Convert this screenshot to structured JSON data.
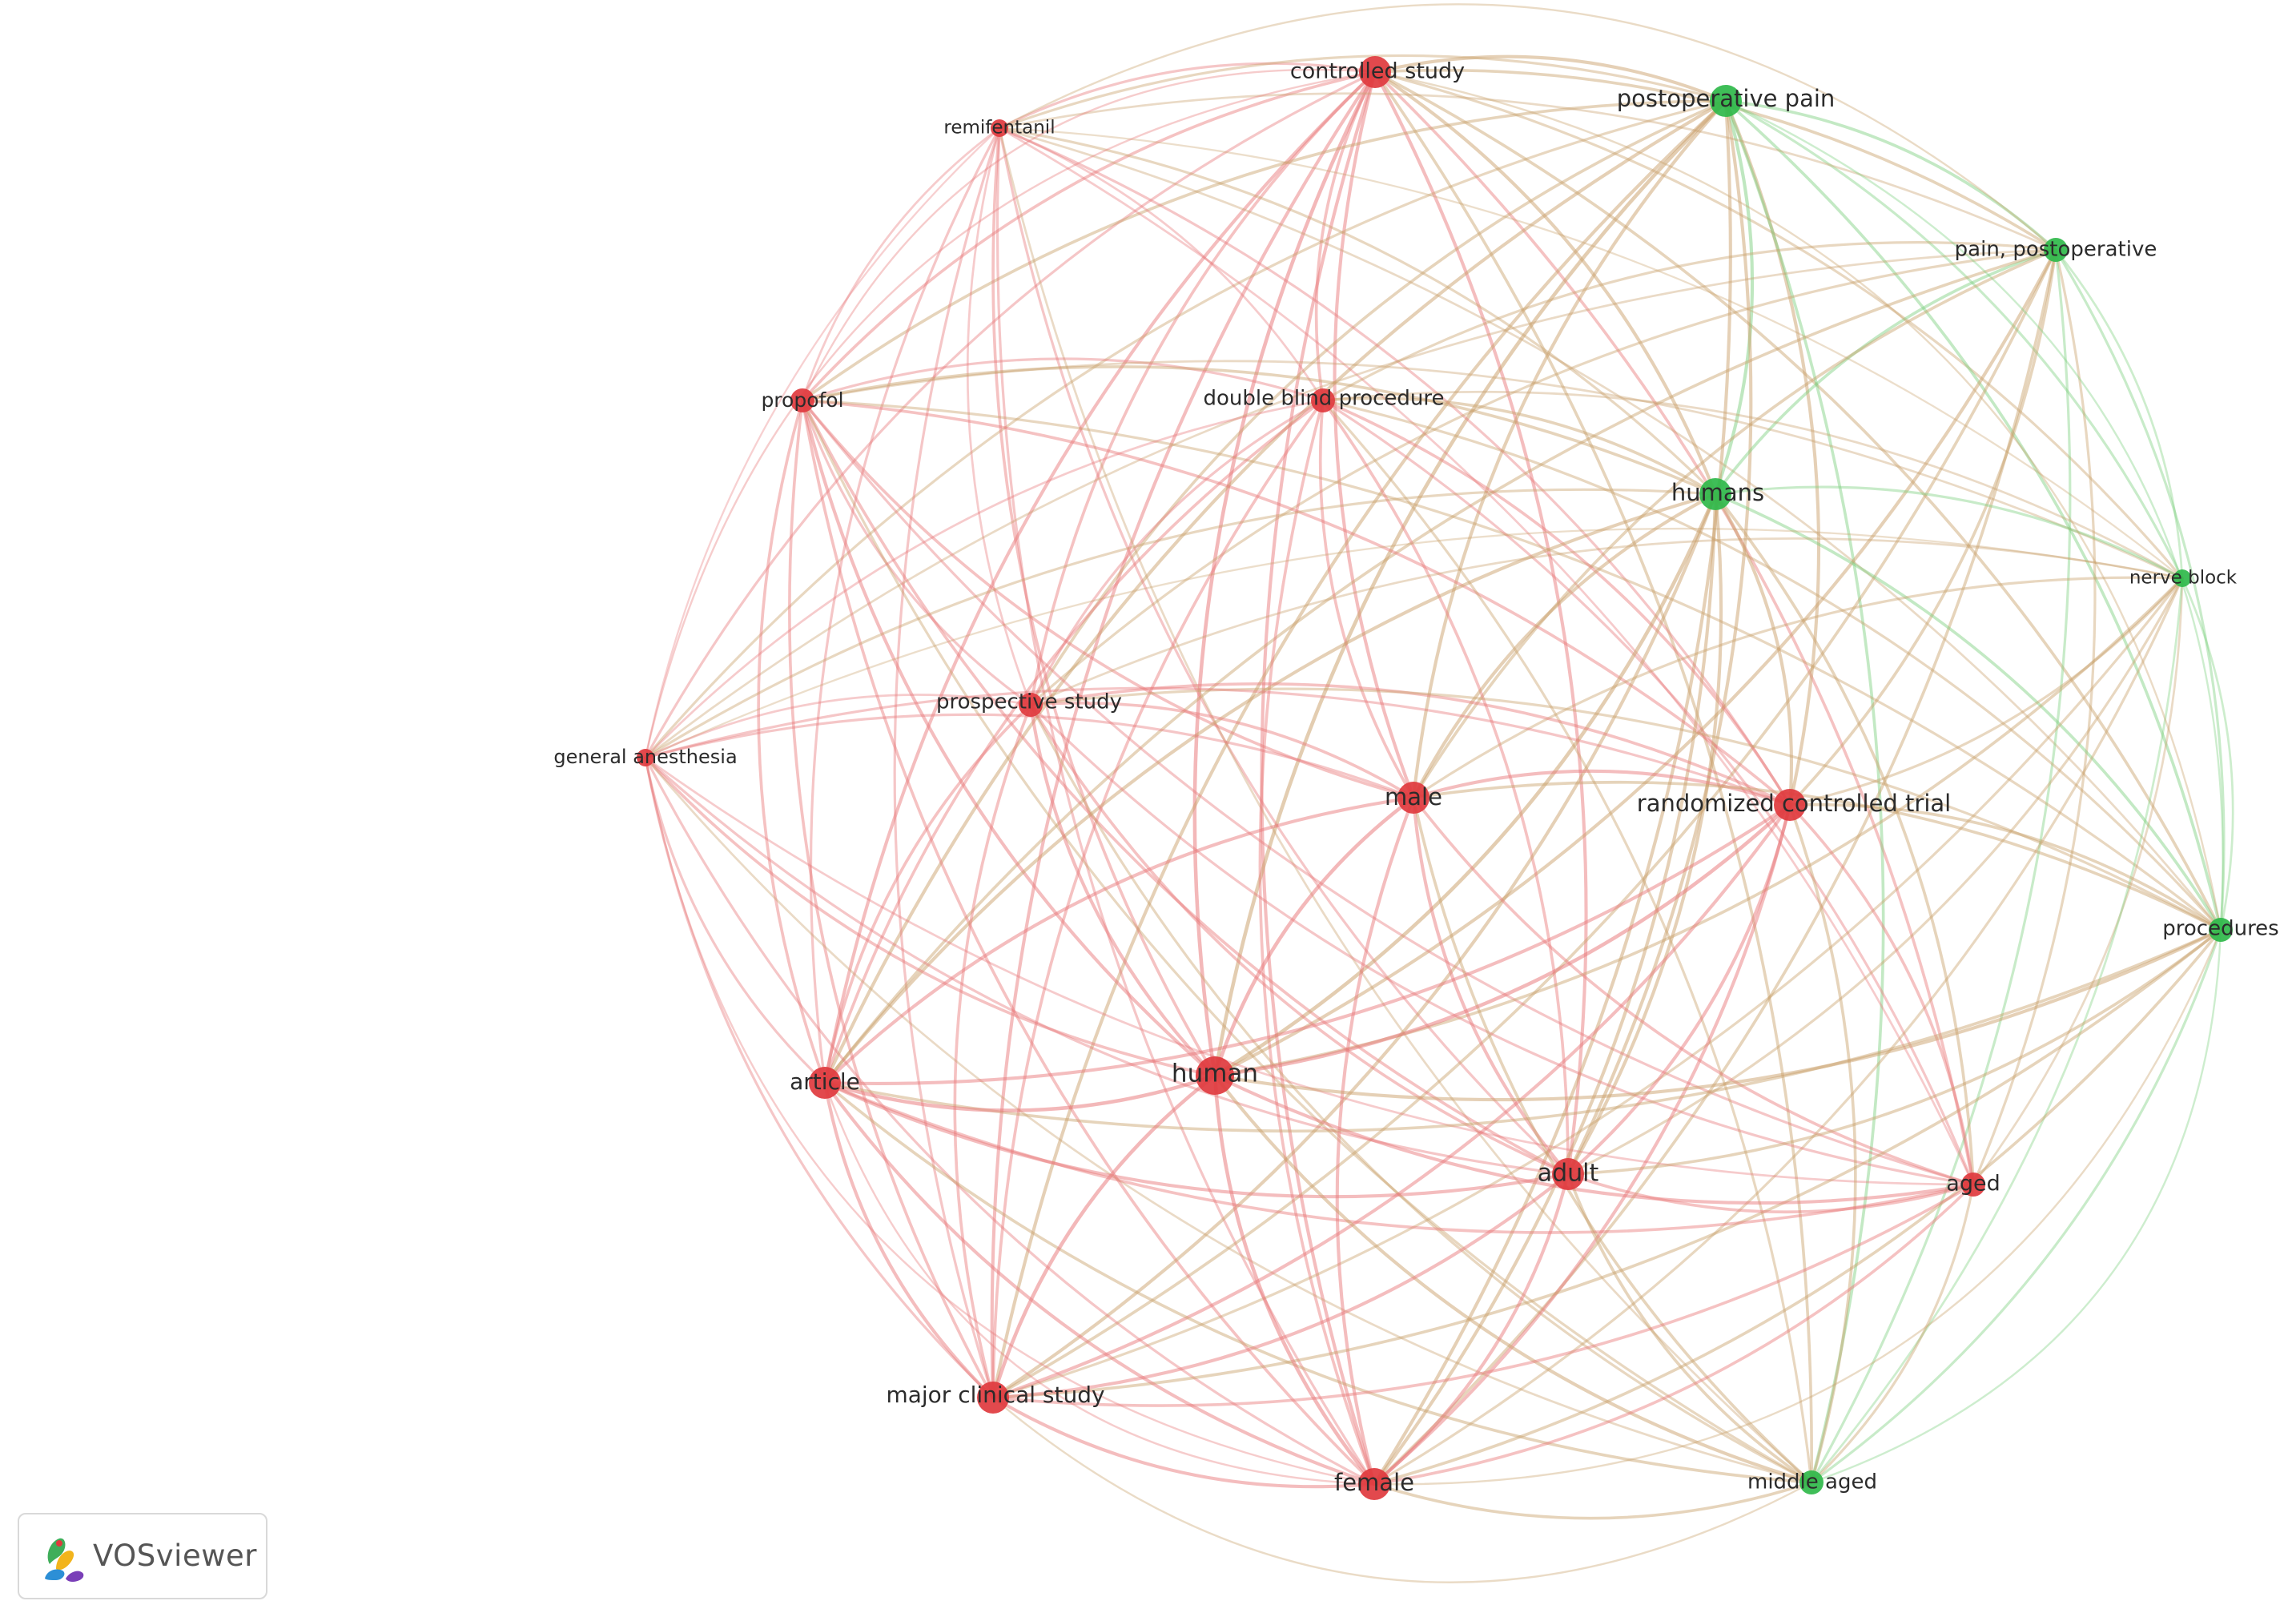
{
  "app": {
    "logo_text": "VOSviewer"
  },
  "colors": {
    "cluster_red": "#e0393e",
    "cluster_green": "#2fb84a",
    "edge_red": "#e8787a",
    "edge_green": "#7ccf7e",
    "edge_mixed": "#c9a06a"
  },
  "nodes": [
    {
      "id": "controlled_study",
      "label": "controlled study",
      "cluster": "red",
      "weight": 3
    },
    {
      "id": "postoperative_pain",
      "label": "postoperative pain",
      "cluster": "green",
      "weight": 3
    },
    {
      "id": "remifentanil",
      "label": "remifentanil",
      "cluster": "red",
      "weight": 1
    },
    {
      "id": "pain_postoperative",
      "label": "pain, postoperative",
      "cluster": "green",
      "weight": 2
    },
    {
      "id": "propofol",
      "label": "propofol",
      "cluster": "red",
      "weight": 2
    },
    {
      "id": "double_blind_procedure",
      "label": "double blind procedure",
      "cluster": "red",
      "weight": 2
    },
    {
      "id": "humans",
      "label": "humans",
      "cluster": "green",
      "weight": 3
    },
    {
      "id": "nerve_block",
      "label": "nerve block",
      "cluster": "green",
      "weight": 1
    },
    {
      "id": "prospective_study",
      "label": "prospective study",
      "cluster": "red",
      "weight": 2
    },
    {
      "id": "general_anesthesia",
      "label": "general anesthesia",
      "cluster": "red",
      "weight": 1
    },
    {
      "id": "male",
      "label": "male",
      "cluster": "red",
      "weight": 3
    },
    {
      "id": "randomized_controlled_trial",
      "label": "randomized controlled trial",
      "cluster": "red",
      "weight": 3
    },
    {
      "id": "procedures",
      "label": "procedures",
      "cluster": "green",
      "weight": 2
    },
    {
      "id": "article",
      "label": "article",
      "cluster": "red",
      "weight": 3
    },
    {
      "id": "human",
      "label": "human",
      "cluster": "red",
      "weight": 4
    },
    {
      "id": "adult",
      "label": "adult",
      "cluster": "red",
      "weight": 3
    },
    {
      "id": "aged",
      "label": "aged",
      "cluster": "red",
      "weight": 2
    },
    {
      "id": "major_clinical_study",
      "label": "major clinical study",
      "cluster": "red",
      "weight": 3
    },
    {
      "id": "female",
      "label": "female",
      "cluster": "red",
      "weight": 3
    },
    {
      "id": "middle_aged",
      "label": "middle aged",
      "cluster": "green",
      "weight": 2
    }
  ]
}
